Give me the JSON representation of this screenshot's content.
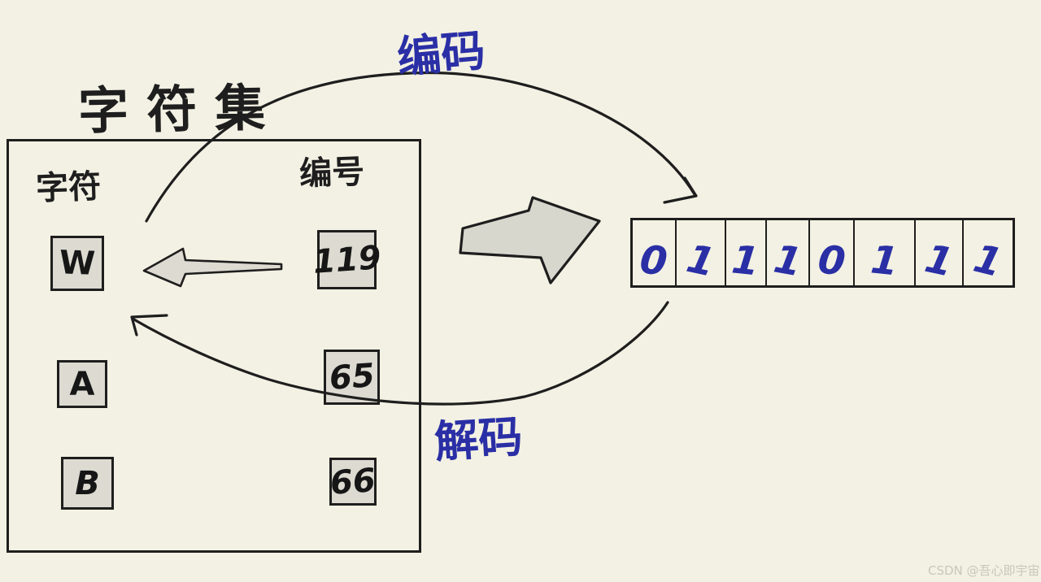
{
  "colors": {
    "background": "#f3f1e3",
    "ink": "#1e1e1e",
    "accent_blue": "#2a2fa6",
    "box_fill": "#dcdad1",
    "watermark_gray": "#c9c7b9"
  },
  "title": "字符集",
  "charset_box": {
    "char_column_header": "字符",
    "code_column_header": "编号",
    "rows": [
      {
        "char": "W",
        "code": "119"
      },
      {
        "char": "A",
        "code": "65"
      },
      {
        "char": "B",
        "code": "66"
      }
    ]
  },
  "arrows": {
    "encode_label": "编码",
    "decode_label": "解码"
  },
  "binary_strip": {
    "bits": [
      "0",
      "1",
      "1",
      "1",
      "0",
      "1",
      "1",
      "1"
    ]
  },
  "watermark": "CSDN @吾心即宇宙"
}
